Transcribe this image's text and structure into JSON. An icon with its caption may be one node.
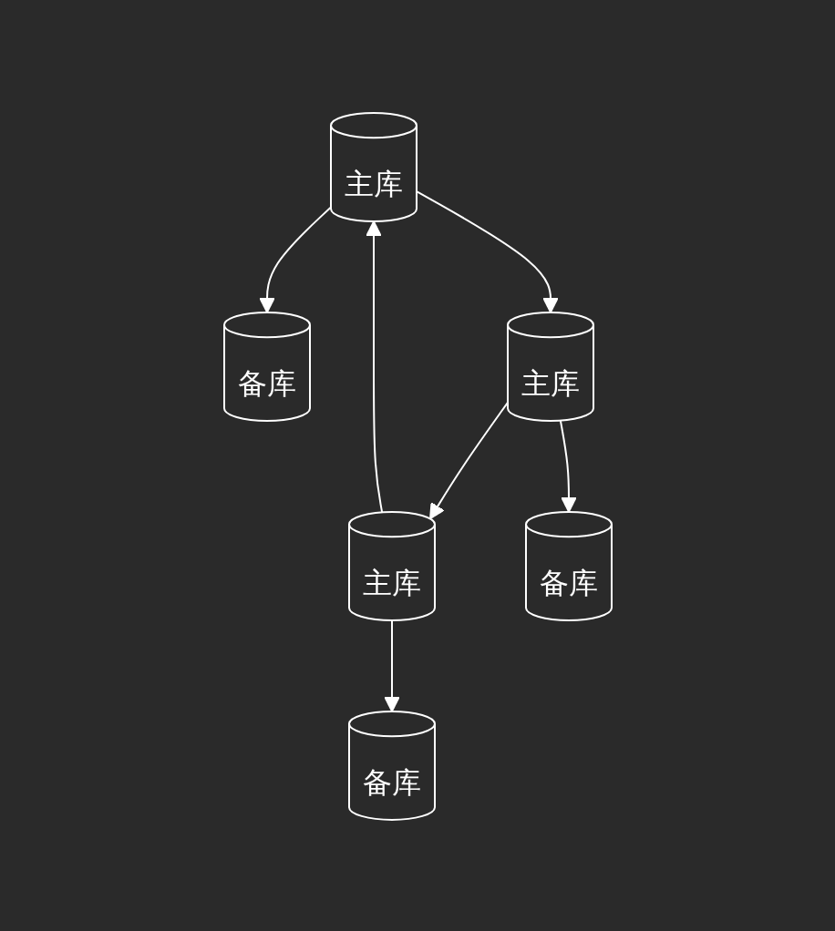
{
  "diagram": {
    "nodes": [
      {
        "text": [
          "备库"
        ]
      },
      {
        "text": [
          "主库"
        ]
      },
      {
        "text": [
          "主库"
        ]
      },
      {
        "text": [
          "主库"
        ]
      },
      {
        "text": [
          "备库"
        ]
      },
      {
        "text": [
          "备库"
        ]
      }
    ],
    "edges": [
      {
        "from": 1,
        "to": 0,
        "arrow": "to"
      },
      {
        "from": 1,
        "to": 2,
        "arrow": "to"
      },
      {
        "from": 2,
        "to": 3,
        "arrow": "to"
      },
      {
        "from": 3,
        "to": 1,
        "arrow": "to"
      },
      {
        "from": 2,
        "to": 4,
        "arrow": "to"
      },
      {
        "from": 3,
        "to": 5,
        "arrow": "to"
      }
    ]
  }
}
